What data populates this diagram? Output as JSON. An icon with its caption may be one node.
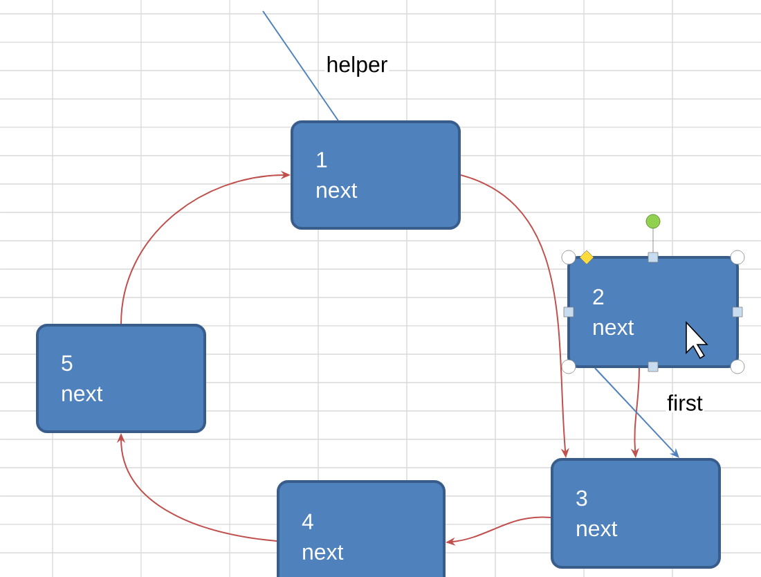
{
  "diagram": {
    "nodes": [
      {
        "text": [
          "1",
          "next"
        ]
      },
      {
        "text": [
          "2",
          "next"
        ]
      },
      {
        "text": [
          "3",
          "next"
        ]
      },
      {
        "text": [
          "4",
          "next"
        ]
      },
      {
        "text": [
          "5",
          "next"
        ]
      }
    ],
    "edges": [
      {
        "from": 0,
        "to": 2,
        "arrow": "to"
      },
      {
        "from": 1,
        "to": 2,
        "arrow": "to"
      },
      {
        "from": 2,
        "to": 3,
        "arrow": "to"
      },
      {
        "from": 3,
        "to": 4,
        "arrow": "to"
      },
      {
        "from": 4,
        "to": 0,
        "arrow": "to"
      },
      {
        "from": null,
        "to": 0,
        "arrow": "none",
        "label": "helper",
        "color": "#4f81bd"
      },
      {
        "from": 1,
        "to": 2,
        "arrow": "to",
        "label": "first",
        "color": "#4f81bd"
      }
    ]
  }
}
